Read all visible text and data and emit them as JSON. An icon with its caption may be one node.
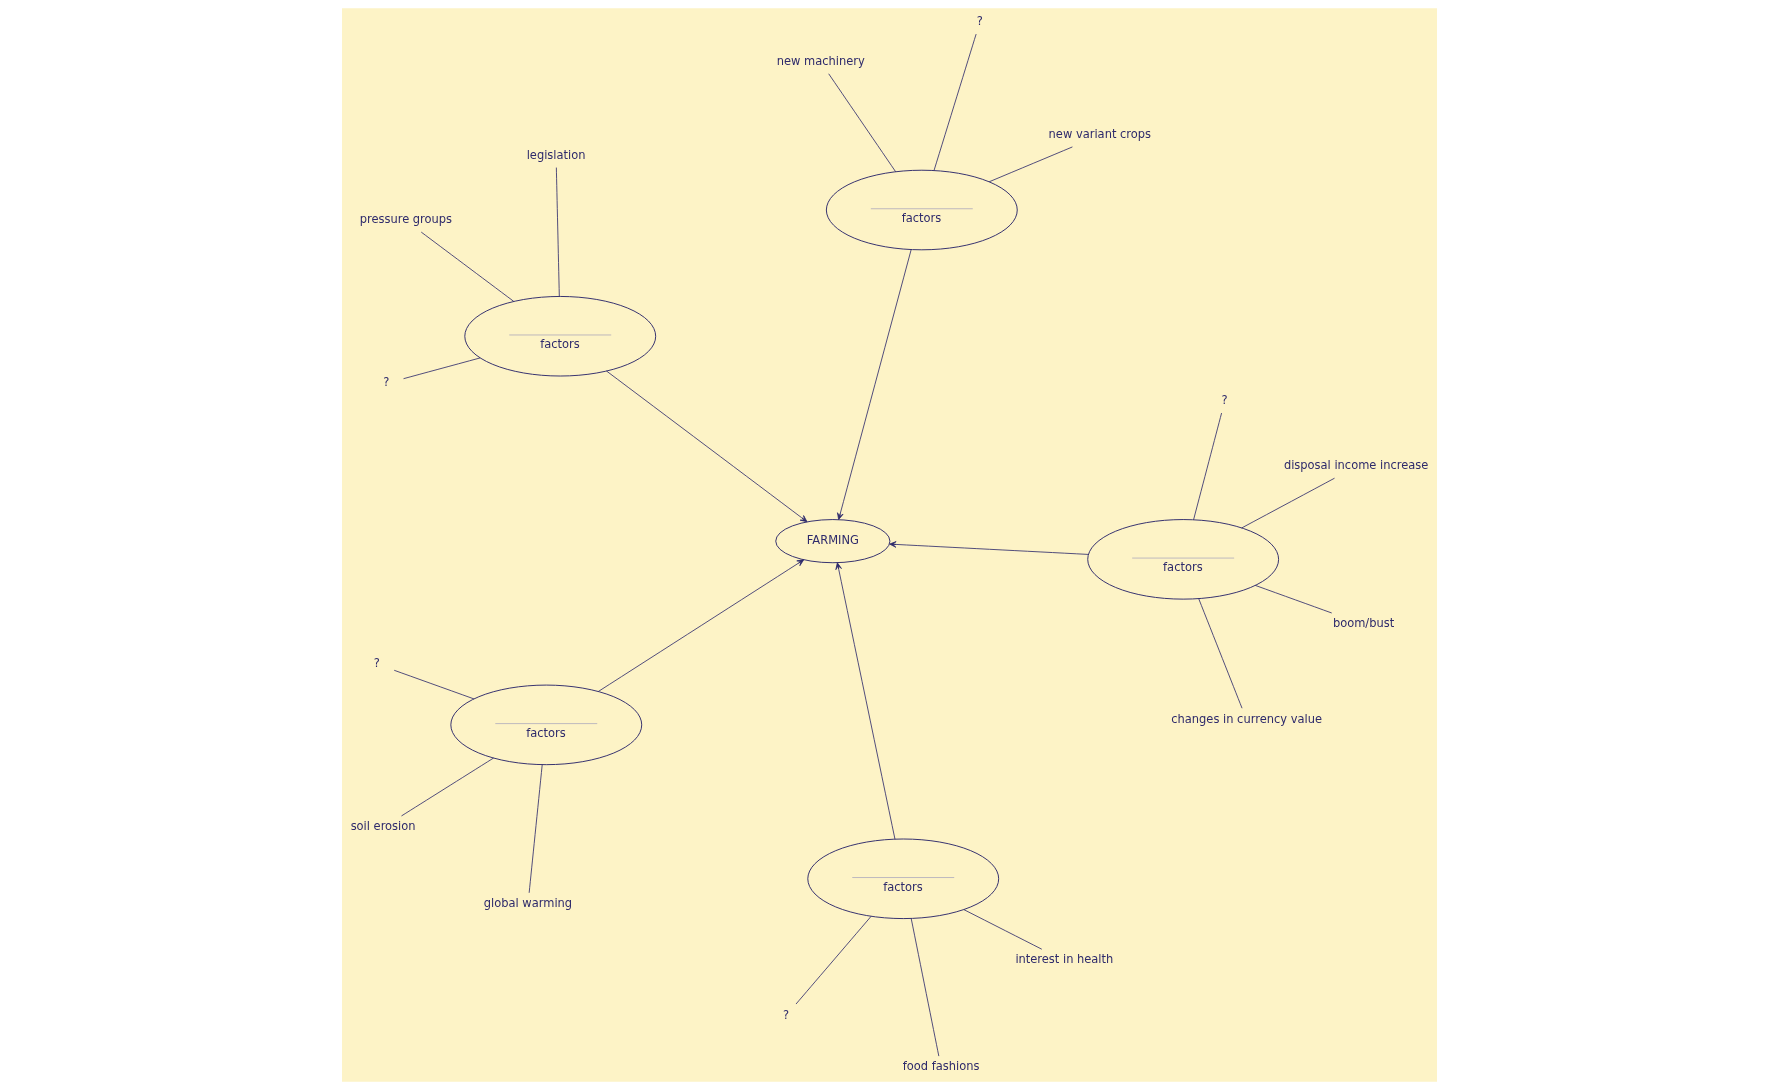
{
  "diagram": {
    "nodes": [
      {
        "text": [
          "?"
        ]
      },
      {
        "text": [
          "interest in health"
        ]
      },
      {
        "text": [
          "factors"
        ]
      },
      {
        "text": [
          "new machinery"
        ]
      },
      {
        "text": [
          "?"
        ]
      },
      {
        "text": [
          "?"
        ]
      },
      {
        "text": [
          "factors"
        ]
      },
      {
        "text": [
          "food fashions"
        ]
      },
      {
        "text": [
          "factors"
        ]
      },
      {
        "text": [
          "FARMING"
        ]
      },
      {
        "text": [
          "global warming"
        ]
      },
      {
        "text": [
          "soil erosion"
        ]
      },
      {
        "text": [
          "new variant crops"
        ]
      },
      {
        "text": [
          "legislation"
        ]
      },
      {
        "text": [
          "boom/bust"
        ]
      },
      {
        "text": [
          "changes in currency value"
        ]
      },
      {
        "text": [
          "factors"
        ]
      },
      {
        "text": [
          "factors"
        ]
      },
      {
        "text": [
          "?"
        ]
      },
      {
        "text": [
          "?"
        ]
      },
      {
        "text": [
          "disposal income increase"
        ]
      },
      {
        "text": [
          "pressure groups"
        ]
      }
    ],
    "edges": [
      {
        "from": 0,
        "to": 2,
        "arrow": "none"
      },
      {
        "from": 1,
        "to": 2,
        "arrow": "none"
      },
      {
        "from": 7,
        "to": 2,
        "arrow": "none"
      },
      {
        "from": 2,
        "to": 9,
        "arrow": "to"
      },
      {
        "from": 3,
        "to": 6,
        "arrow": "none"
      },
      {
        "from": 4,
        "to": 6,
        "arrow": "none"
      },
      {
        "from": 12,
        "to": 6,
        "arrow": "none"
      },
      {
        "from": 6,
        "to": 9,
        "arrow": "to"
      },
      {
        "from": 5,
        "to": 8,
        "arrow": "none"
      },
      {
        "from": 10,
        "to": 8,
        "arrow": "none"
      },
      {
        "from": 11,
        "to": 8,
        "arrow": "none"
      },
      {
        "from": 8,
        "to": 9,
        "arrow": "to"
      },
      {
        "from": 14,
        "to": 16,
        "arrow": "none"
      },
      {
        "from": 18,
        "to": 16,
        "arrow": "none"
      },
      {
        "from": 15,
        "to": 16,
        "arrow": "none"
      },
      {
        "from": 20,
        "to": 16,
        "arrow": "none"
      },
      {
        "from": 16,
        "to": 9,
        "arrow": "to"
      },
      {
        "from": 13,
        "to": 17,
        "arrow": "none"
      },
      {
        "from": 19,
        "to": 17,
        "arrow": "none"
      },
      {
        "from": 21,
        "to": 17,
        "arrow": "none"
      },
      {
        "from": 17,
        "to": 9,
        "arrow": "to"
      }
    ]
  }
}
